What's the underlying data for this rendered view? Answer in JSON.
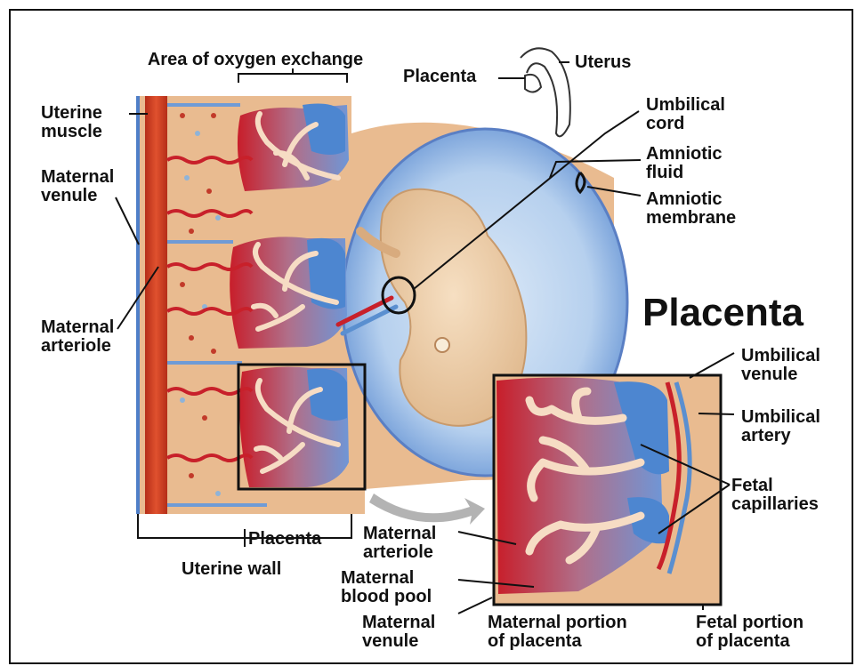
{
  "title": "Placenta",
  "labels": {
    "area_of_oxygen_exchange": "Area of oxygen exchange",
    "placenta_top": "Placenta",
    "uterus": "Uterus",
    "uterine_muscle": "Uterine\nmuscle",
    "maternal_venule_left": "Maternal\nvenule",
    "maternal_arteriole_left": "Maternal\narteriole",
    "umbilical_cord": "Umbilical\ncord",
    "amniotic_fluid": "Amniotic\nfluid",
    "amniotic_membrane": "Amniotic\nmembrane",
    "umbilical_venule": "Umbilical\nvenule",
    "umbilical_artery": "Umbilical\nartery",
    "fetal_capillaries": "Fetal\ncapillaries",
    "placenta_bottom": "Placenta",
    "uterine_wall": "Uterine wall",
    "maternal_arteriole_inset": "Maternal\narteriole",
    "maternal_blood_pool": "Maternal\nblood pool",
    "maternal_venule_inset": "Maternal\nvenule",
    "maternal_portion": "Maternal portion\nof placenta",
    "fetal_portion": "Fetal portion\nof placenta"
  },
  "colors": {
    "tissue": "#e9bb90",
    "muscle": "#cc3a1f",
    "maternal_blood": "#c8202a",
    "fetal_blood_blue": "#5a8fd0",
    "villi": "#f3d6be",
    "amniotic": "#b9d3ee",
    "lines": "#111111"
  }
}
